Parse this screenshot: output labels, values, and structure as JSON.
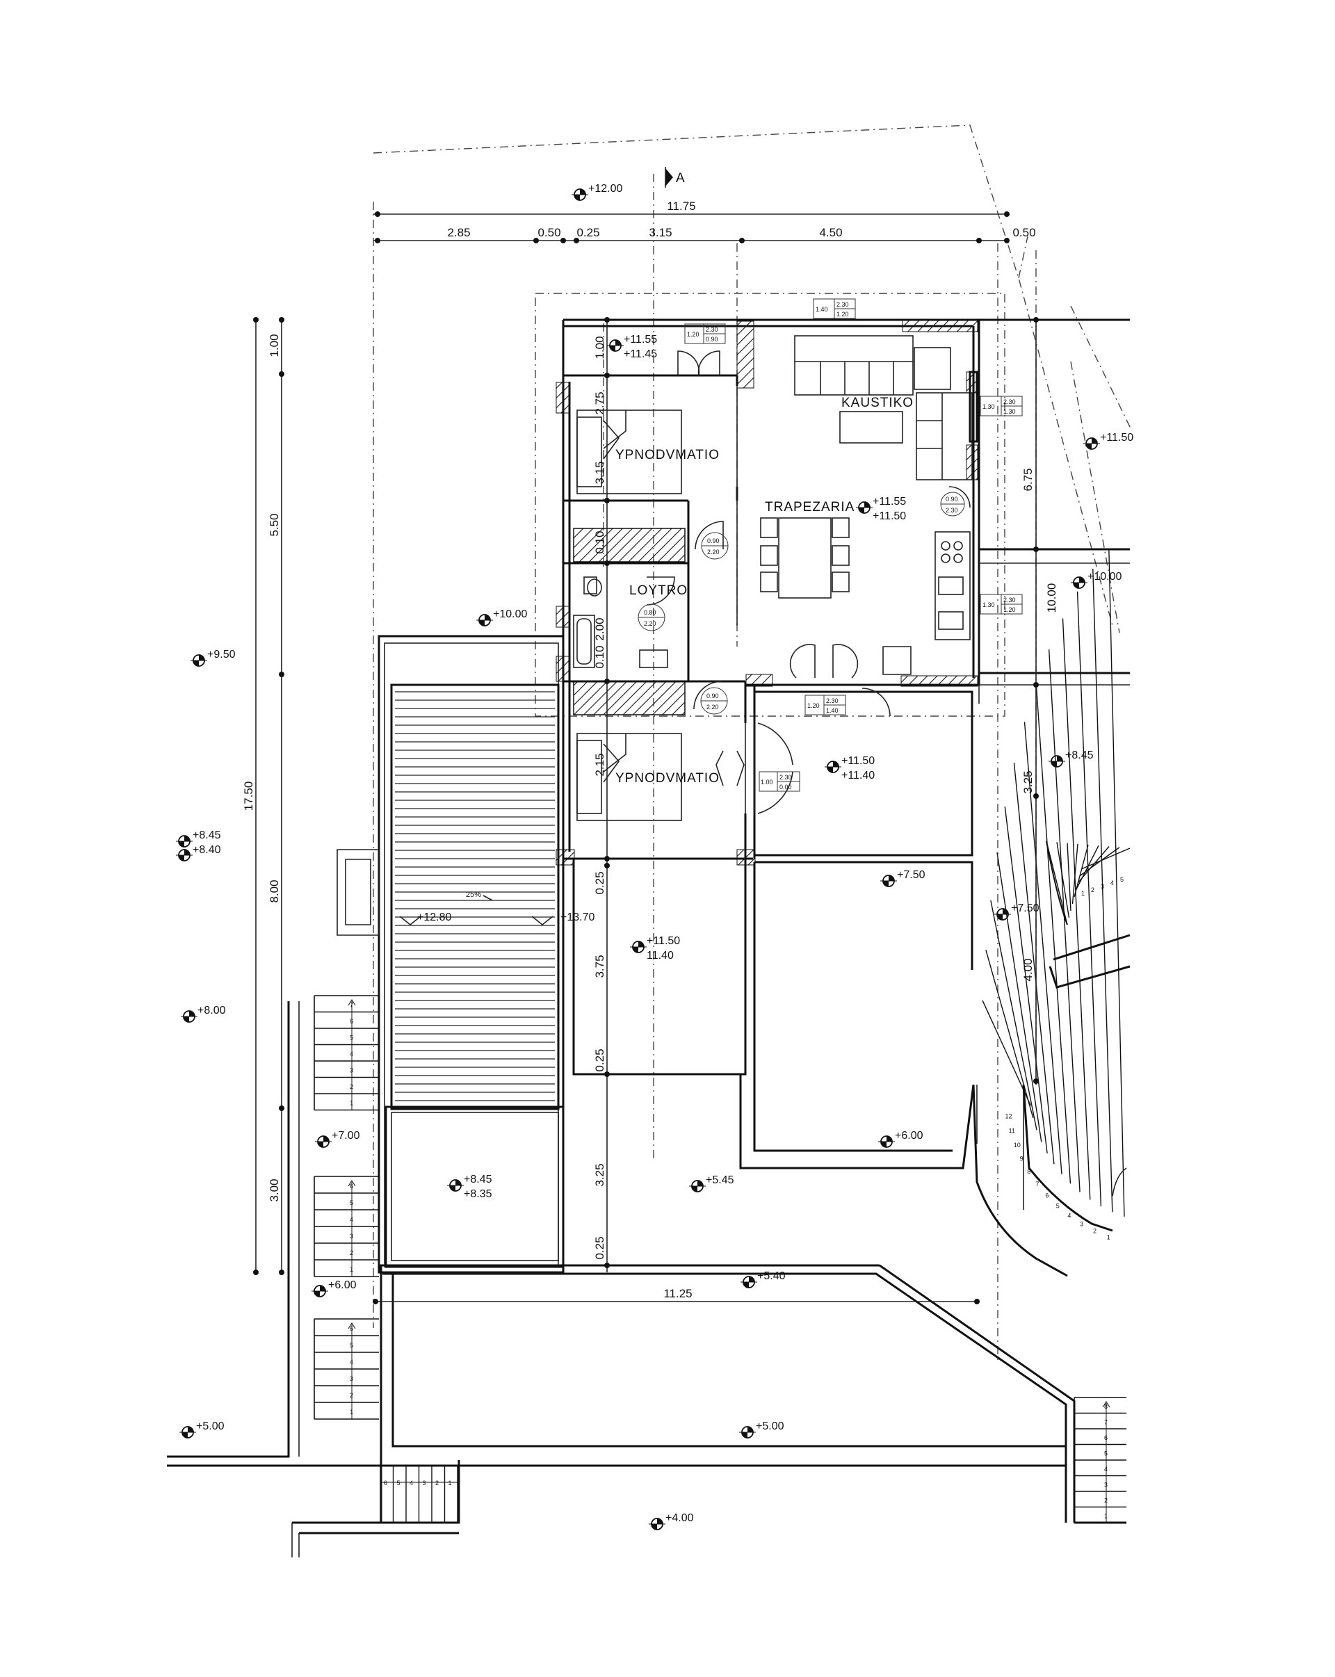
{
  "section_marker": "A",
  "rooms": {
    "bedroom_1": "YPNODVMATIO",
    "bedroom_2": "YPNODVMATIO",
    "living": "KAUSTIKO",
    "dining": "TRAPEZARIA",
    "bath": "LOYTRO"
  },
  "levels": {
    "l_12_00": "+12.00",
    "l_11_55a": "+11.55",
    "l_11_45": "+11.45",
    "l_11_55b": "+11.55",
    "l_11_50a": "+11.50",
    "l_11_50_east": "+11.50",
    "l_10_00_left": "+10.00",
    "l_10_00_right": "+10.00",
    "l_9_50": "+9.50",
    "l_11_50b": "+11.50",
    "l_11_40a": "+11.40",
    "l_8_45_right": "+8.45",
    "l_8_45_left": "+8.45",
    "l_8_40": "+8.40",
    "l_7_50a": "+7.50",
    "l_7_50b": "+7.50",
    "l_12_80": "+12.80",
    "l_13_70": "+13.70",
    "l_11_50c": "+11.50",
    "l_11_40b": "11.40",
    "l_8_00": "+8.00",
    "l_7_00": "+7.00",
    "l_8_45_pool": "+8.45",
    "l_8_35": "+8.35",
    "l_5_45": "+5.45",
    "l_6_00a": "+6.00",
    "l_6_00b": "+6.00",
    "l_5_40": "+5.40",
    "l_5_00_left": "+5.00",
    "l_5_00_mid": "+5.00",
    "l_4_00": "+4.00"
  },
  "dims_top": {
    "total": "11.75",
    "d1": "2.85",
    "d2": "0.50",
    "d3": "0.25",
    "d4": "3.15",
    "d5": "4.50",
    "d6": "0.50"
  },
  "dims_left": {
    "d_1_00": "1.00",
    "d_5_50": "5.50",
    "d_17_50": "17.50",
    "d_8_00": "8.00",
    "d_3_00": "3.00"
  },
  "dims_inner": {
    "d_1_00": "1.00",
    "d_2_75": "2.75",
    "d_3_15": "3.15",
    "d_0_10a": "0.10",
    "d_0_10b": "0.10",
    "d_2_00": "2.00",
    "d_2_15": "2.15",
    "d_0_25a": "0.25",
    "d_3_75": "3.75",
    "d_0_25b": "0.25",
    "d_3_25": "3.25",
    "d_0_25c": "0.25"
  },
  "dims_right": {
    "d_6_75": "6.75",
    "d_10_00": "10.00",
    "d_3_25": "3.25",
    "d_4_00": "4.00"
  },
  "dim_bottom": "11.25",
  "ramp_label": "25%",
  "openings": {
    "o1_a": "1.40",
    "o1_b": "2.30",
    "o1_c": "1.20",
    "o2_a": "1.20",
    "o2_b": "2.30",
    "o2_c": "0.90",
    "o3_a": "1.30",
    "o3_b": "2.30",
    "o3_c": "1.30",
    "o4_a": "0.90",
    "o4_b": "2.30",
    "o5_a": "0.90",
    "o5_b": "2.20",
    "o6_a": "1.30",
    "o6_b": "2.30",
    "o6_c": "1.20",
    "o7_a": "0.80",
    "o7_b": "2.20",
    "o8_a": "0.90",
    "o8_b": "2.20",
    "o9_a": "1.20",
    "o9_b": "2.30",
    "o9_c": "1.40",
    "o10_a": "1.00",
    "o10_b": "2.30",
    "o10_c": "0.00"
  },
  "stair_steps_left_top": [
    "7",
    "6",
    "5",
    "4",
    "3",
    "2",
    "1"
  ],
  "stair_steps_left_mid": [
    "6",
    "5",
    "4",
    "3",
    "2",
    "1"
  ],
  "stair_steps_left_bot": [
    "6",
    "5",
    "4",
    "3",
    "2",
    "1"
  ],
  "stair_steps_bottom": [
    "6",
    "5",
    "4",
    "3",
    "2",
    "1"
  ],
  "stair_steps_right_top": [
    "1",
    "2",
    "3",
    "4",
    "5"
  ],
  "stair_steps_curved": [
    "12",
    "11",
    "10",
    "9",
    "8",
    "7",
    "6",
    "5",
    "4",
    "3",
    "2",
    "1"
  ],
  "stair_steps_right_bot": [
    "8",
    "7",
    "6",
    "5",
    "4",
    "3",
    "2",
    "1"
  ]
}
